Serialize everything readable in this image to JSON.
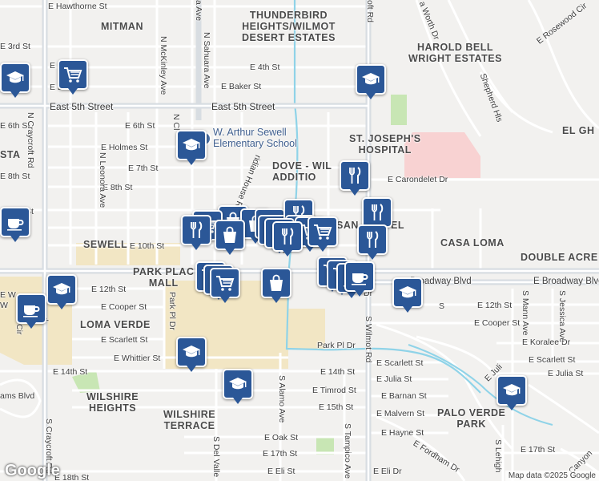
{
  "neighborhoods": [
    {
      "id": "mitman",
      "text": "MITMAN"
    },
    {
      "id": "thunderbird",
      "text": "THUNDERBIRD\nHEIGHTS/WILMOT\nDESERT ESTATES"
    },
    {
      "id": "harold-bell",
      "text": "HAROLD BELL\nWRIGHT ESTATES"
    },
    {
      "id": "st-josephs",
      "text": "ST. JOSEPH'S\nHOSPITAL"
    },
    {
      "id": "el-gh",
      "text": "EL GH"
    },
    {
      "id": "dove",
      "text": "DOVE - WIL\nADDITIO"
    },
    {
      "id": "sewell",
      "text": "SEWELL"
    },
    {
      "id": "park-place",
      "text": "PARK PLAC\nMALL"
    },
    {
      "id": "loma-verde",
      "text": "LOMA VERDE"
    },
    {
      "id": "casa-loma",
      "text": "CASA LOMA"
    },
    {
      "id": "double-acre",
      "text": "DOUBLE ACRE"
    },
    {
      "id": "san",
      "text": "SAN"
    },
    {
      "id": "el",
      "text": "EL"
    },
    {
      "id": "sta",
      "text": "STA"
    },
    {
      "id": "wilshire-heights",
      "text": "WILSHIRE\nHEIGHTS"
    },
    {
      "id": "wilshire-terrace",
      "text": "WILSHIRE\nTERRACE"
    },
    {
      "id": "palo-verde",
      "text": "PALO VERDE\nPARK"
    }
  ],
  "streets": [
    {
      "id": "hawthorne",
      "text": "E Hawthorne St"
    },
    {
      "id": "3rd",
      "text": "E 3rd St"
    },
    {
      "id": "4th",
      "text": "E 4th St"
    },
    {
      "id": "baker",
      "text": "E Baker St"
    },
    {
      "id": "e-stub-b",
      "text": "E B"
    },
    {
      "id": "e-stub",
      "text": "E"
    },
    {
      "id": "east5th",
      "text": "East 5th Street"
    },
    {
      "id": "east5th-w",
      "text": "East 5th Street"
    },
    {
      "id": "6th-w",
      "text": "E 6th St"
    },
    {
      "id": "6th",
      "text": "E 6th St"
    },
    {
      "id": "holmes",
      "text": "E Holmes St"
    },
    {
      "id": "7th",
      "text": "E 7th St"
    },
    {
      "id": "8th-w",
      "text": "E 8th St"
    },
    {
      "id": "8th",
      "text": "E 8th St"
    },
    {
      "id": "st-w",
      "text": "St"
    },
    {
      "id": "10th",
      "text": "E 10th St"
    },
    {
      "id": "carondelet",
      "text": "E Carondelet Dr"
    },
    {
      "id": "broadway",
      "text": "Broadway Blvd"
    },
    {
      "id": "broadway-e",
      "text": "E Broadway Blvd"
    },
    {
      "id": "12th-w",
      "text": "E 12th St"
    },
    {
      "id": "12th-e",
      "text": "E 12th St"
    },
    {
      "id": "cooper-w",
      "text": "E Cooper St"
    },
    {
      "id": "cooper-e",
      "text": "E Cooper St"
    },
    {
      "id": "scarlett-w",
      "text": "E Scarlett St"
    },
    {
      "id": "scarlett-m",
      "text": "E Scarlett St"
    },
    {
      "id": "scarlett-e",
      "text": "E Scarlett St"
    },
    {
      "id": "koralee",
      "text": "E Koralee Dr"
    },
    {
      "id": "whittier",
      "text": "E Whittier St"
    },
    {
      "id": "parkpl-dr",
      "text": "Park Pl Dr"
    },
    {
      "id": "14th-w",
      "text": "E 14th St"
    },
    {
      "id": "14th-m",
      "text": "E 14th St"
    },
    {
      "id": "julia-m",
      "text": "E Julia St"
    },
    {
      "id": "julia-e",
      "text": "E Julia St"
    },
    {
      "id": "julia-f",
      "text": "E Juli"
    },
    {
      "id": "timrod",
      "text": "E Timrod St"
    },
    {
      "id": "barnan",
      "text": "E Barnan St"
    },
    {
      "id": "15th",
      "text": "E 15th St"
    },
    {
      "id": "malvern",
      "text": "E Malvern St"
    },
    {
      "id": "hayne",
      "text": "E Hayne St"
    },
    {
      "id": "oak",
      "text": "E Oak St"
    },
    {
      "id": "17th-w",
      "text": "E 17th St"
    },
    {
      "id": "17th-e",
      "text": "E 17th St"
    },
    {
      "id": "eli-w",
      "text": "E Eli St"
    },
    {
      "id": "eli-e",
      "text": "E Eli Dr"
    },
    {
      "id": "18th",
      "text": "E 18th St"
    },
    {
      "id": "fordham",
      "text": "E Fordham Dr"
    },
    {
      "id": "rosewood",
      "text": "E Rosewood Cir"
    },
    {
      "id": "shepherd",
      "text": "Shepherd Hls"
    },
    {
      "id": "craycroft",
      "text": "N Craycroft Rd"
    },
    {
      "id": "craycroft-s",
      "text": "S Craycroft Rd"
    },
    {
      "id": "mckinley",
      "text": "N McKinley Ave"
    },
    {
      "id": "sahuara",
      "text": "N Sahuara Ave"
    },
    {
      "id": "sahuara-a",
      "text": "a Ave"
    },
    {
      "id": "leonora",
      "text": "N Leonora Ave"
    },
    {
      "id": "parkpl",
      "text": "Park Pl Dr"
    },
    {
      "id": "columbus",
      "text": "N Cl"
    },
    {
      "id": "meridian",
      "text": "ridian House Rd"
    },
    {
      "id": "wilmot-n",
      "text": "oft Rd"
    },
    {
      "id": "wilmot",
      "text": "S Wilmot Rd"
    },
    {
      "id": "alamo",
      "text": "S Alamo Ave"
    },
    {
      "id": "tampico",
      "text": "S Tampico Ave"
    },
    {
      "id": "delvalle",
      "text": "S Del Valle"
    },
    {
      "id": "mann",
      "text": "S Mann Ave"
    },
    {
      "id": "jessica",
      "text": "S Jessica Ave"
    },
    {
      "id": "lehigh",
      "text": "S Lehigh"
    },
    {
      "id": "worth",
      "text": "a Worth Dr"
    },
    {
      "id": "williams",
      "text": "ams Blvd"
    },
    {
      "id": "canyon",
      "text": "Canyon"
    },
    {
      "id": "w-dr",
      "text": "W"
    },
    {
      "id": "cir",
      "text": "Cir"
    },
    {
      "id": "e-dr",
      "text": "E"
    },
    {
      "id": "sh",
      "text": "sh"
    },
    {
      "id": "s-lbl",
      "text": "S"
    },
    {
      "id": "dr-lbl",
      "text": "Dr"
    },
    {
      "id": "e-w",
      "text": "E W"
    },
    {
      "id": "craycroft-label-d",
      "text": "d"
    }
  ],
  "pois": [
    {
      "id": "sewell-school",
      "text": "W. Arthur Sewell\nElementary School"
    }
  ],
  "icon_colors": {
    "marker": "#2b5797",
    "water": "#8fd3e8",
    "road": "#ffffff",
    "major_road": "#d8dde2",
    "park": "#c8e6b4",
    "hospital": "#f8d2d2",
    "commercial": "#f2e6c4"
  },
  "attribution": "Map data ©2025 Google",
  "logo": "Google"
}
